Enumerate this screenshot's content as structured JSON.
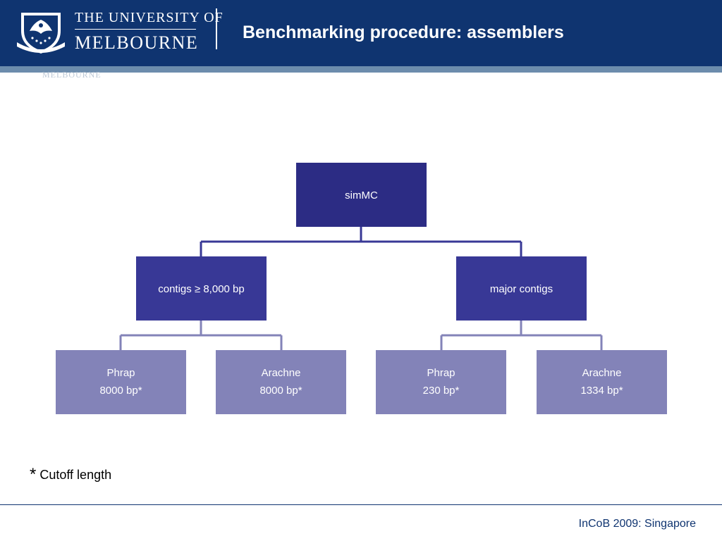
{
  "header": {
    "university_line1": "THE UNIVERSITY OF",
    "university_line2": "MELBOURNE",
    "title": "Benchmarking procedure: assemblers",
    "ghost_logo_text": "MELBOURNE"
  },
  "colors": {
    "header_bg": "#0f3470",
    "header_stripe": "#6c8cac",
    "level1_box": "#2c2c84",
    "level2_box": "#383896",
    "level3_box": "#8383b8",
    "connector": "#383896",
    "connector_light": "#8383b8"
  },
  "diagram": {
    "root": {
      "line1": "simMC"
    },
    "left": {
      "line1": "contigs ≥ 8,000 bp"
    },
    "right": {
      "line1": "major contigs"
    },
    "leaves": [
      {
        "line1": "Phrap",
        "line2": "8000 bp*"
      },
      {
        "line1": "Arachne",
        "line2": "8000 bp*"
      },
      {
        "line1": "Phrap",
        "line2": "230 bp*"
      },
      {
        "line1": "Arachne",
        "line2": "1334 bp*"
      }
    ]
  },
  "footnote": {
    "star": "*",
    "text": "Cutoff length"
  },
  "footer": {
    "text": "InCoB 2009: Singapore"
  }
}
